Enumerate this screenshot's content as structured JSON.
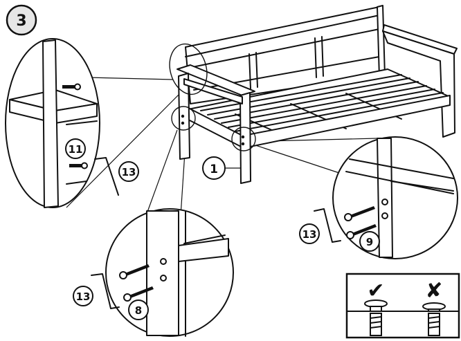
{
  "step": {
    "number": "3"
  },
  "callouts": {
    "leg_part": "1",
    "top_left_fastener": "11",
    "top_left_tool": "13",
    "bottom_left_fastener": "8",
    "bottom_left_tool": "13",
    "right_fastener": "9",
    "right_tool": "13"
  },
  "legend": {
    "correct_mark": "✔",
    "wrong_mark": "✘"
  },
  "colors": {
    "ink": "#111111",
    "background": "#ffffff"
  },
  "icons": [
    "allen-key-icon",
    "screw-icon",
    "bolt-icon",
    "check-icon",
    "cross-icon"
  ]
}
